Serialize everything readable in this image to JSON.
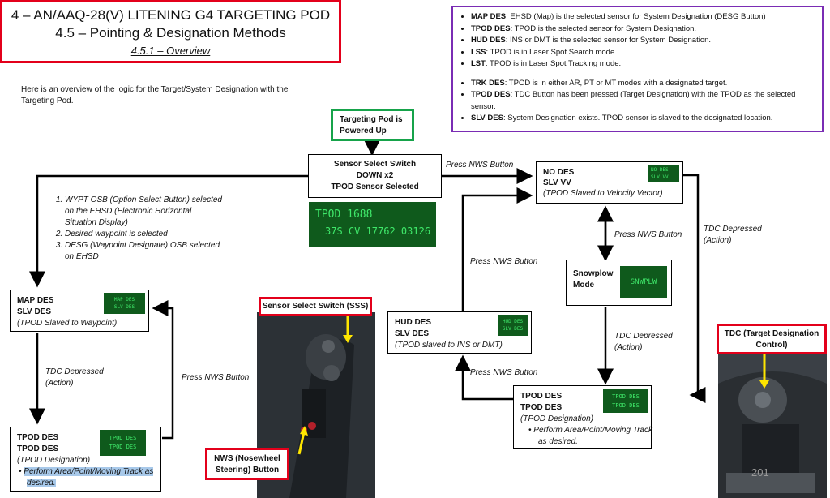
{
  "title": {
    "line1": "4 – AN/AAQ-28(V) LITENING G4 TARGETING POD",
    "line2": "4.5 – Pointing & Designation Methods",
    "line3": "4.5.1 – Overview"
  },
  "intro": "Here is an overview of the logic for the Target/System Designation with the Targeting Pod.",
  "legend": {
    "items": [
      {
        "key": "MAP DES",
        "text": ": EHSD (Map) is the selected sensor for System Designation (DESG Button)"
      },
      {
        "key": "TPOD DES",
        "text": ": TPOD is the selected sensor for System Designation."
      },
      {
        "key": "HUD DES",
        "text": ": INS or DMT is the selected sensor for System Designation."
      },
      {
        "key": "LSS",
        "text": ": TPOD is in Laser Spot Search mode."
      },
      {
        "key": "LST",
        "text": ": TPOD is in Laser Spot Tracking mode."
      }
    ],
    "items2": [
      {
        "key": "TRK DES",
        "text": ": TPOD is in either AR, PT or MT modes with a designated target."
      },
      {
        "key": "TPOD DES",
        "text": ": TDC Button has been pressed (Target Designation) with the TPOD as the selected sensor."
      },
      {
        "key": "SLV DES",
        "text": ": System Designation exists. TPOD sensor is slaved to the designated location."
      }
    ]
  },
  "start_box": {
    "line1": "Targeting Pod is",
    "line2": "Powered Up"
  },
  "sensor_box": {
    "line1": "Sensor Select Switch",
    "line2": "DOWN x2",
    "line3": "TPOD Sensor Selected"
  },
  "sensor_screen": {
    "line1": "TPOD  1688",
    "line2": "37S CV 17762 03126"
  },
  "no_des": {
    "line1": "NO DES",
    "line2": "SLV VV",
    "line3": "(TPOD Slaved to Velocity Vector)",
    "mini": [
      "NO DES",
      "SLV VV"
    ]
  },
  "map_des": {
    "line1": "MAP DES",
    "line2": "SLV DES",
    "line3": "(TPOD Slaved to Waypoint)",
    "mini": [
      "MAP DES",
      "SLV DES"
    ]
  },
  "tpod_des_left": {
    "line1": "TPOD DES",
    "line2": "TPOD DES",
    "line3": "(TPOD Designation)",
    "bullet": "Perform Area/Point/Moving Track as desired.",
    "mini": [
      "TPOD DES",
      "TPOD DES"
    ]
  },
  "tpod_des_right": {
    "line1": "TPOD DES",
    "line2": "TPOD DES",
    "line3": "(TPOD Designation)",
    "bullet": "Perform Area/Point/Moving Track as desired.",
    "mini": [
      "TPOD DES",
      "TPOD DES"
    ]
  },
  "hud_des": {
    "line1": "HUD DES",
    "line2": "SLV DES",
    "line3": "(TPOD slaved to INS or DMT)",
    "mini": [
      "HUD DES",
      "SLV DES"
    ]
  },
  "snowplow": {
    "line1": "Snowplow",
    "line2": "Mode",
    "screen": "SNWPLW"
  },
  "waypoint_steps": [
    "WYPT OSB (Option Select Button) selected on the EHSD (Electronic Horizontal Situation Display)",
    "Desired waypoint is selected",
    "DESG (Waypoint Designate) OSB selected on EHSD"
  ],
  "arrow_labels": {
    "press_nws_top": "Press NWS Button",
    "press_nws_right": "Press NWS Button",
    "press_nws_mid": "Press NWS Button",
    "press_nws_bottom": "Press NWS Button",
    "press_nws_left": "Press NWS Button",
    "tdc_left": [
      "TDC Depressed",
      "(Action)"
    ],
    "tdc_mid": [
      "TDC Depressed",
      "(Action)"
    ],
    "tdc_right": [
      "TDC Depressed",
      "(Action)"
    ]
  },
  "callouts": {
    "sss": "Sensor Select Switch (SSS)",
    "nws": [
      "NWS (Nosewheel",
      "Steering) Button"
    ],
    "tdc": [
      "TDC (Target Designation",
      "Control)"
    ]
  },
  "page_number": "201"
}
